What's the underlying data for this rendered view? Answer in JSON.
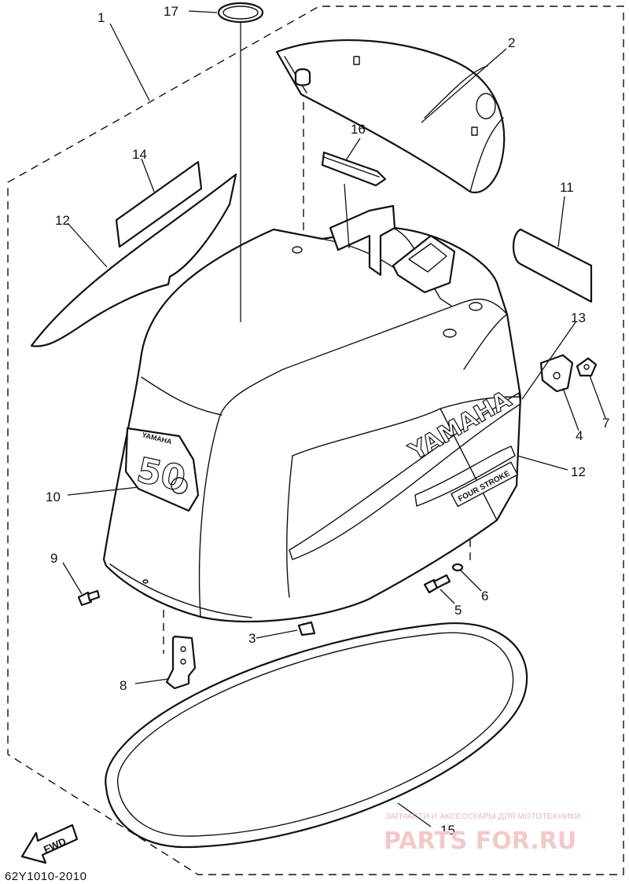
{
  "diagram": {
    "code": "62Y1010-2010",
    "fwd_label": "FWD",
    "callouts": [
      "1",
      "2",
      "3",
      "4",
      "5",
      "6",
      "7",
      "8",
      "9",
      "10",
      "11",
      "12",
      "12",
      "13",
      "14",
      "15",
      "16",
      "17"
    ],
    "cowling_text": {
      "brand": "YAMAHA",
      "badge_brand": "YAMAHA",
      "model_number": "50",
      "stripe_badge": "FOUR STROKE"
    },
    "watermark": {
      "caption": "ЗАПЧАСТИ И АКСЕССУАРЫ ДЛЯ МОТОТЕХНИКИ",
      "logo": "PARTS FOR.RU"
    }
  }
}
